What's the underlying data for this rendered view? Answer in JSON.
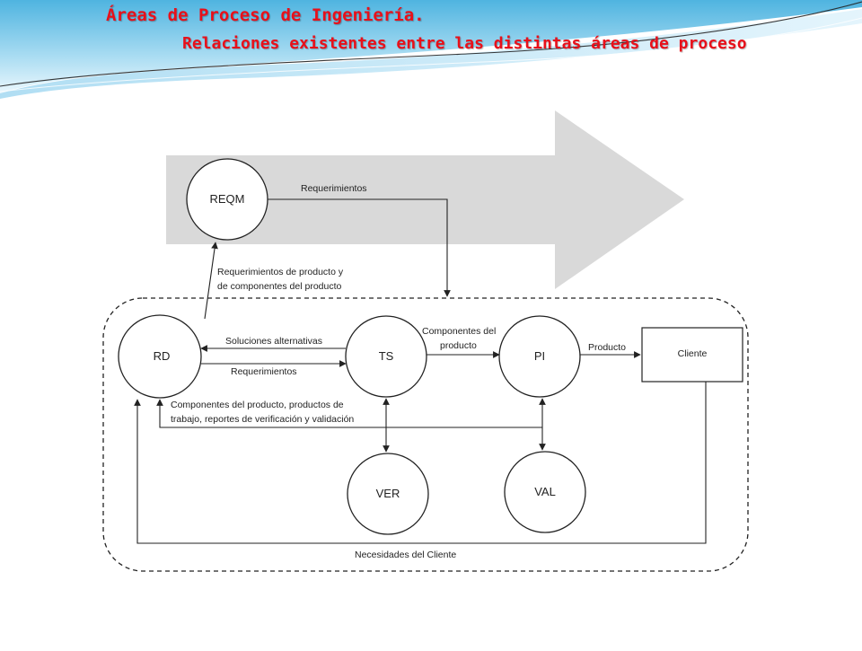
{
  "header": {
    "title": "Áreas de Proceso de Ingeniería.",
    "subtitle": "Relaciones existentes entre las distintas áreas de proceso"
  },
  "diagram": {
    "nodes": {
      "reqm": "REQM",
      "rd": "RD",
      "ts": "TS",
      "pi": "PI",
      "ver": "VER",
      "val": "VAL",
      "cliente": "Cliente"
    },
    "edges": {
      "reqm_out": "Requerimientos",
      "rd_to_reqm_1": "Requerimientos de producto y",
      "rd_to_reqm_2": "de componentes del producto",
      "ts_to_rd": "Soluciones alternativas",
      "rd_to_ts": "Requerimientos",
      "ts_to_pi_1": "Componentes del",
      "ts_to_pi_2": "producto",
      "pi_to_cliente": "Producto",
      "feedback_1": "Componentes del producto, productos de",
      "feedback_2": "trabajo, reportes de verificación y validación",
      "cliente_to_rd": "Necesidades del Cliente"
    }
  },
  "colors": {
    "title": "#e8101a",
    "big_arrow": "#d9d9d9",
    "header_wave": "#6cc3e6",
    "lines": "#222222"
  }
}
